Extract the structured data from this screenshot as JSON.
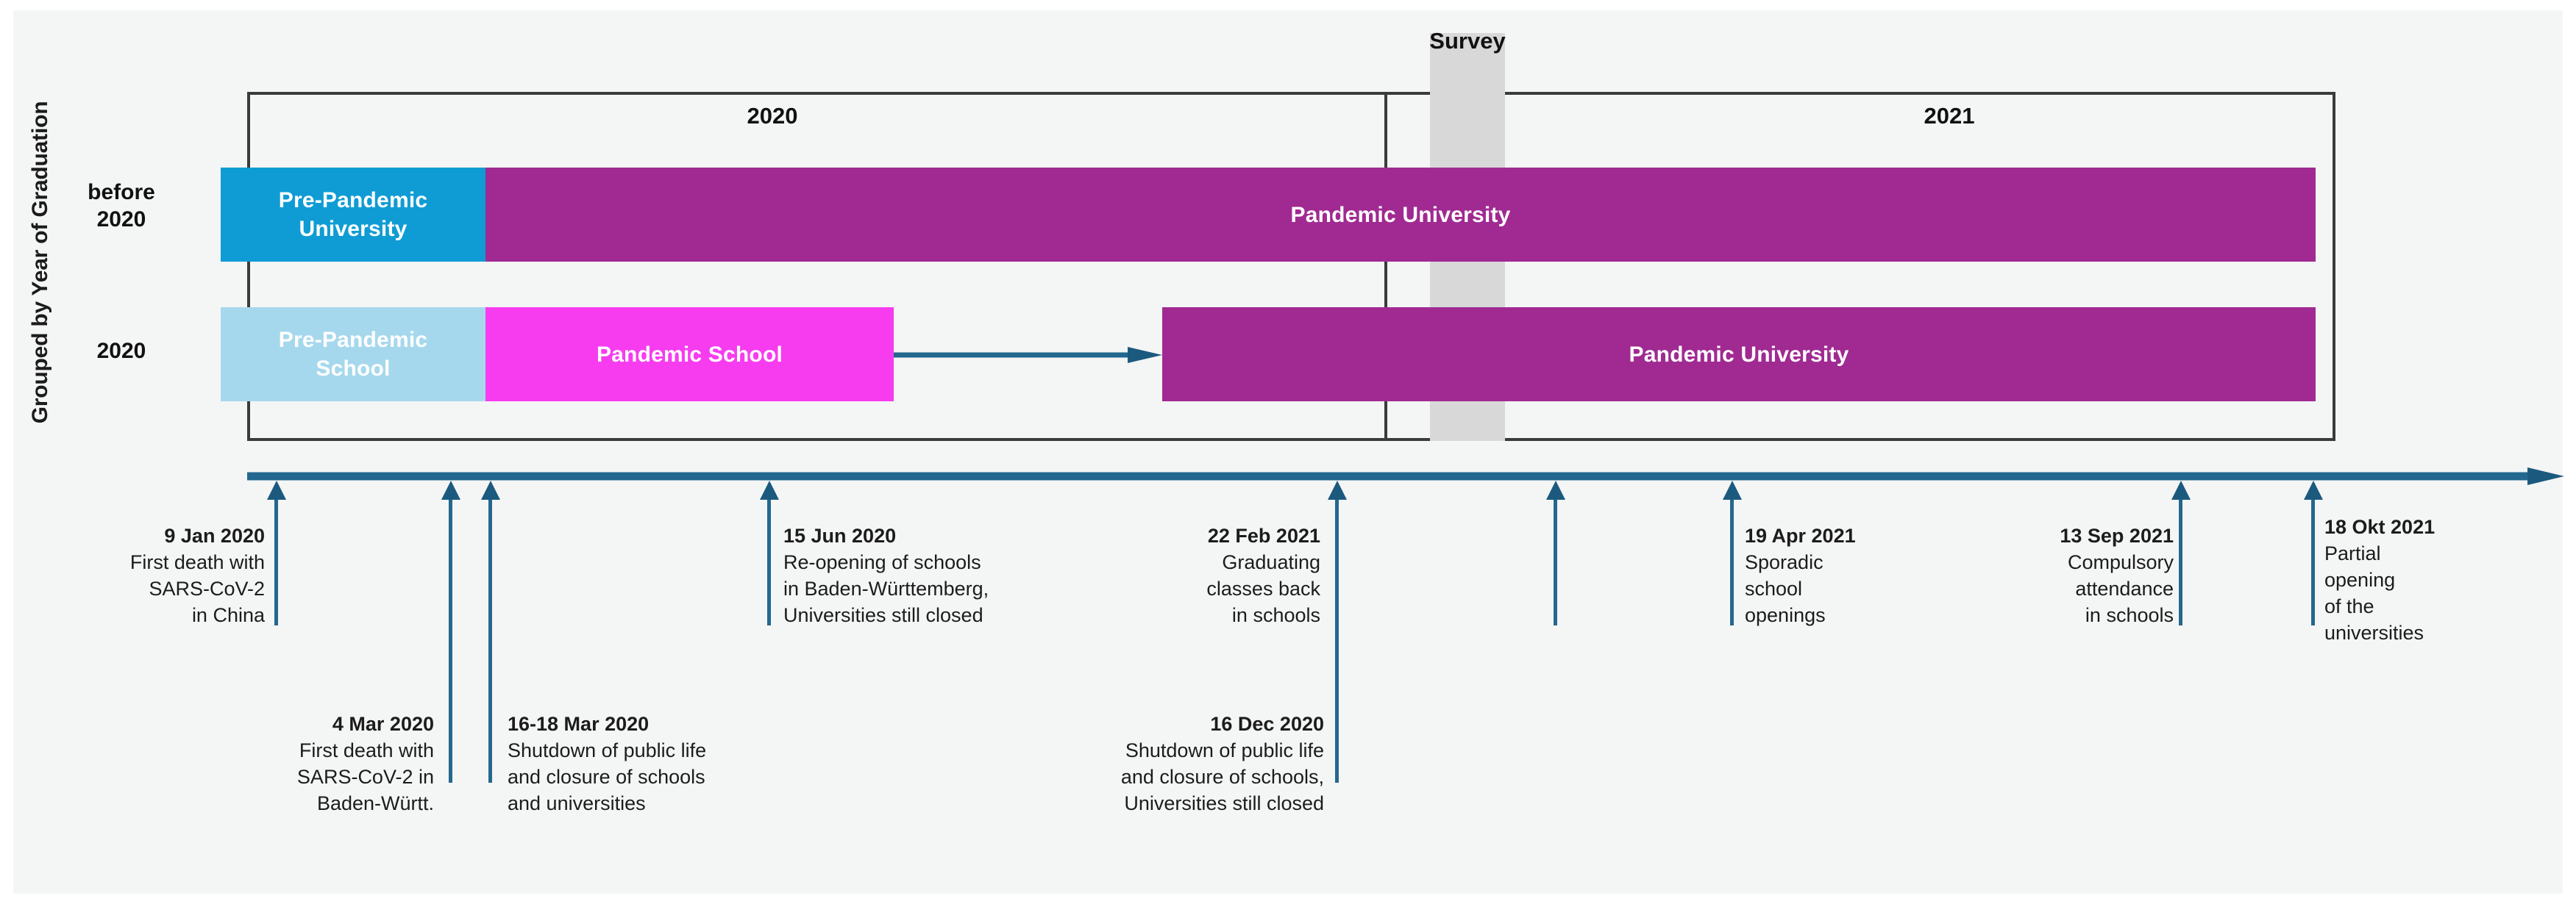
{
  "axis": {
    "y_label": "Grouped by Year of Graduation"
  },
  "groups": [
    {
      "label": "before\n2020"
    },
    {
      "label": "2020"
    }
  ],
  "years": [
    {
      "label": "2020"
    },
    {
      "label": "2021"
    }
  ],
  "survey": {
    "label": "Survey"
  },
  "colors": {
    "pre_pandemic_university": "#0f9cd4",
    "pandemic_university": "#a02a92",
    "pre_pandemic_school": "#a6d8ed",
    "pandemic_school": "#f73cf0",
    "timeline": "#24688f",
    "frame": "#3b3b3b",
    "survey_band": "#d8d8d8",
    "background": "#f4f5f5"
  },
  "bars": [
    {
      "label": "Pre-Pandemic\nUniversity"
    },
    {
      "label": "Pandemic University"
    },
    {
      "label": "Pre-Pandemic\nSchool"
    },
    {
      "label": "Pandemic School"
    },
    {
      "label": "Pandemic University"
    }
  ],
  "events": [
    {
      "date": "9 Jan 2020",
      "description": "First death with\nSARS-CoV-2\nin China"
    },
    {
      "date": "4 Mar 2020",
      "description": "First death with\nSARS-CoV-2 in\nBaden-Württ."
    },
    {
      "date": "16-18 Mar 2020",
      "description": "Shutdown of public life\nand closure of schools\nand universities"
    },
    {
      "date": "15 Jun 2020",
      "description": "Re-opening of schools\nin Baden-Württemberg,\nUniversities still closed"
    },
    {
      "date": "16 Dec 2020",
      "description": "Shutdown of public life\nand closure of schools,\nUniversities still closed"
    },
    {
      "date": "22 Feb 2021",
      "description": "Graduating\nclasses back\nin schools"
    },
    {
      "date": "19 Apr 2021",
      "description": "Sporadic\nschool\nopenings"
    },
    {
      "date": "13 Sep 2021",
      "description": "Compulsory\nattendance\nin schools"
    },
    {
      "date": "18 Okt 2021",
      "description": "Partial\nopening\nof the\nuniversities"
    }
  ],
  "chart_data": {
    "type": "timeline",
    "title": "",
    "ylabel": "Grouped by Year of Graduation",
    "x_range": [
      "2020",
      "2021"
    ],
    "rows": [
      {
        "group": "before 2020",
        "segments": [
          {
            "name": "Pre-Pandemic University",
            "color": "#0f9cd4",
            "start": "2020-01",
            "end": "2020-03"
          },
          {
            "name": "Pandemic University",
            "color": "#a02a92",
            "start": "2020-03",
            "end": "2021-12"
          }
        ]
      },
      {
        "group": "2020",
        "segments": [
          {
            "name": "Pre-Pandemic School",
            "color": "#a6d8ed",
            "start": "2020-01",
            "end": "2020-03"
          },
          {
            "name": "Pandemic School",
            "color": "#f73cf0",
            "start": "2020-03",
            "end": "2020-07"
          },
          {
            "name": "Pandemic University",
            "color": "#a02a92",
            "start": "2020-10",
            "end": "2021-12"
          }
        ],
        "transition": {
          "from": "Pandemic School",
          "to": "Pandemic University",
          "style": "arrow"
        }
      }
    ],
    "survey_marker": {
      "label": "Survey",
      "position": "2021-01"
    },
    "events": [
      {
        "date": "9 Jan 2020",
        "label": "First death with SARS-CoV-2 in China"
      },
      {
        "date": "4 Mar 2020",
        "label": "First death with SARS-CoV-2 in Baden-Württ."
      },
      {
        "date": "16-18 Mar 2020",
        "label": "Shutdown of public life and closure of schools and universities"
      },
      {
        "date": "15 Jun 2020",
        "label": "Re-opening of schools in Baden-Württemberg, Universities still closed"
      },
      {
        "date": "16 Dec 2020",
        "label": "Shutdown of public life and closure of schools, Universities still closed"
      },
      {
        "date": "22 Feb 2021",
        "label": "Graduating classes back in schools"
      },
      {
        "date": "19 Apr 2021",
        "label": "Sporadic school openings"
      },
      {
        "date": "13 Sep 2021",
        "label": "Compulsory attendance in schools"
      },
      {
        "date": "18 Okt 2021",
        "label": "Partial opening of the universities"
      }
    ]
  }
}
